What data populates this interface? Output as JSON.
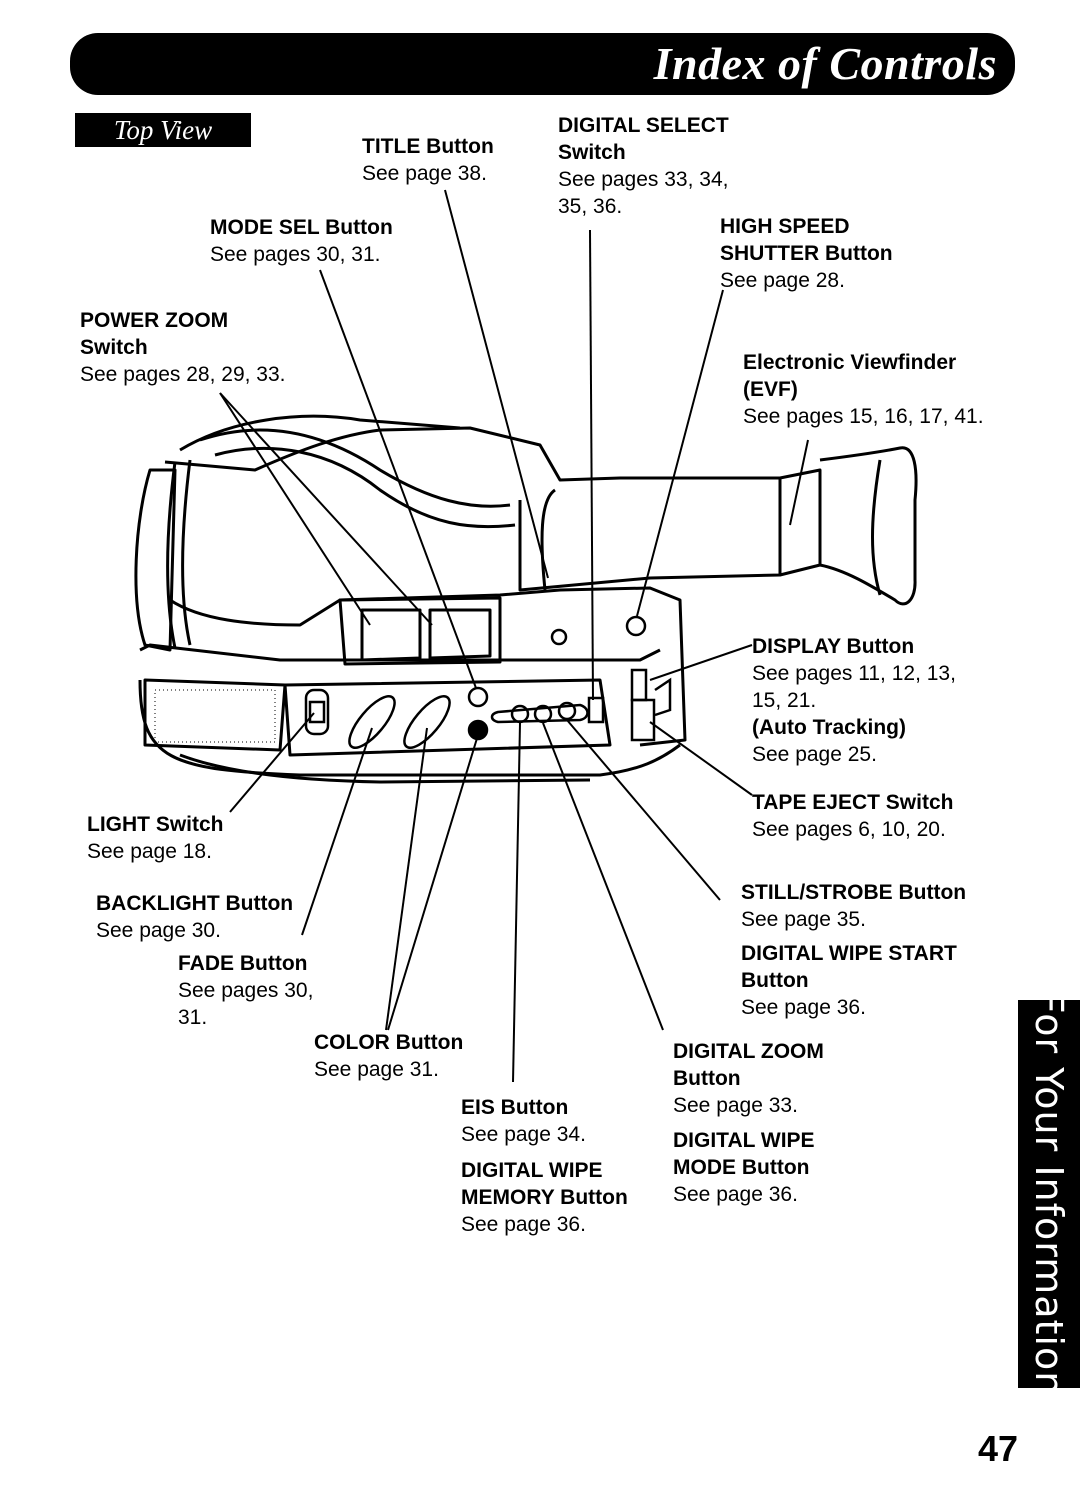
{
  "header": {
    "title": "Index of Controls"
  },
  "section_tag": "Top View",
  "labels": {
    "title_button": {
      "name": "TITLE Button",
      "ref": "See page 38."
    },
    "digital_select": {
      "name": "DIGITAL SELECT",
      "name2": "Switch",
      "ref": "See pages 33, 34,",
      "ref2": "35, 36."
    },
    "mode_sel": {
      "name": "MODE SEL Button",
      "ref": "See pages 30, 31."
    },
    "high_speed": {
      "name": "HIGH SPEED",
      "name2": "SHUTTER Button",
      "ref": "See page 28."
    },
    "power_zoom": {
      "name": "POWER ZOOM",
      "name2": "Switch",
      "ref": "See pages 28, 29, 33."
    },
    "evf": {
      "name": "Electronic Viewfinder",
      "name2": "(EVF)",
      "ref": "See pages 15, 16, 17, 41."
    },
    "display": {
      "name": "DISPLAY Button",
      "ref": "See pages 11, 12, 13,",
      "ref2": "15, 21.",
      "name2": "(Auto Tracking)",
      "ref3": "See page 25."
    },
    "tape_eject": {
      "name": "TAPE EJECT Switch",
      "ref": "See pages 6, 10, 20."
    },
    "light": {
      "name": "LIGHT Switch",
      "ref": "See page 18."
    },
    "backlight": {
      "name": "BACKLIGHT Button",
      "ref": "See page 30."
    },
    "fade": {
      "name": "FADE Button",
      "ref": "See pages 30,",
      "ref2": "31."
    },
    "still_strobe": {
      "name": "STILL/STROBE Button",
      "ref": "See page 35."
    },
    "wipe_start": {
      "name": "DIGITAL WIPE START",
      "name2": "Button",
      "ref": "See page 36."
    },
    "color": {
      "name": "COLOR Button",
      "ref": "See page 31."
    },
    "digital_zoom": {
      "name": "DIGITAL ZOOM",
      "name2": "Button",
      "ref": "See page 33."
    },
    "eis": {
      "name": "EIS Button",
      "ref": "See page 34."
    },
    "wipe_mode": {
      "name": "DIGITAL WIPE",
      "name2": "MODE Button",
      "ref": "See page 36."
    },
    "wipe_memory": {
      "name": "DIGITAL WIPE",
      "name2": "MEMORY Button",
      "ref": "See page 36."
    }
  },
  "side_tab": "For Your Information",
  "page_number": "47"
}
